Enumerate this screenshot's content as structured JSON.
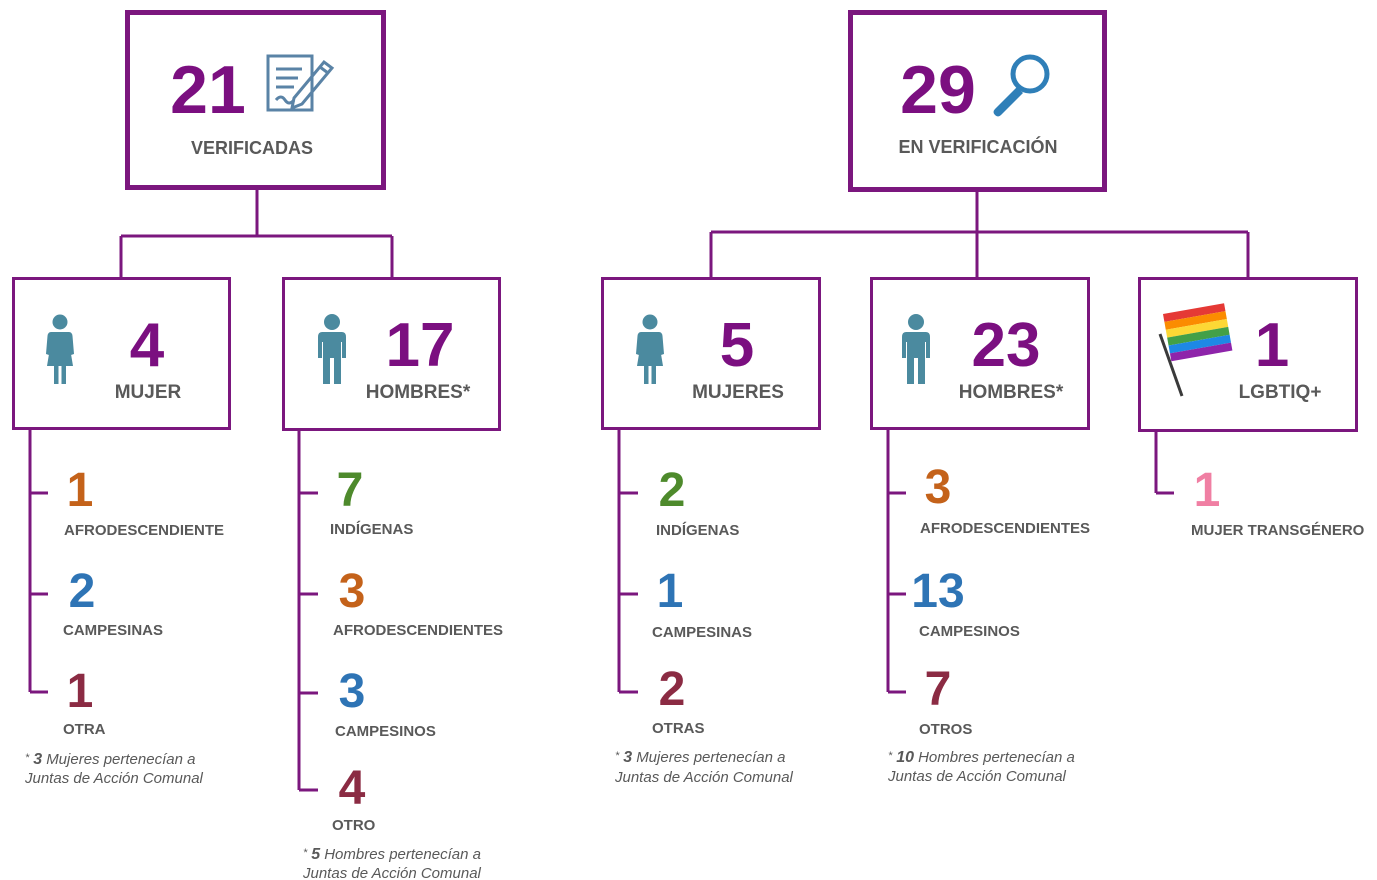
{
  "colors": {
    "box_border": "#7b177e",
    "big_number": "#7b0f80",
    "label": "#595959",
    "icon_person": "#4b8a9f",
    "icon_doc": "#5a83a6",
    "icon_magnifier": "#2f7fb8",
    "green": "#4e8a2c",
    "orange": "#c4621a",
    "blue": "#2e74b5",
    "maroon": "#8b2b43",
    "pink": "#f07fa3"
  },
  "groups": [
    {
      "value": "21",
      "label": "VERIFICADAS",
      "icon": "document-pen-icon",
      "children": [
        {
          "value": "4",
          "label": "MUJER",
          "icon": "woman-icon",
          "items": [
            {
              "value": "1",
              "label": "AFRODESCENDIENTE",
              "color": "orange"
            },
            {
              "value": "2",
              "label": "CAMPESINAS",
              "color": "blue"
            },
            {
              "value": "1",
              "label": "OTRA",
              "color": "maroon"
            }
          ],
          "footnote": {
            "star": "*",
            "count": "3",
            "line1": "Mujeres pertenecían a",
            "line2": "Juntas de Acción Comunal"
          }
        },
        {
          "value": "17",
          "label": "HOMBRES*",
          "icon": "man-icon",
          "items": [
            {
              "value": "7",
              "label": "INDÍGENAS",
              "color": "green"
            },
            {
              "value": "3",
              "label": "AFRODESCENDIENTES",
              "color": "orange"
            },
            {
              "value": "3",
              "label": "CAMPESINOS",
              "color": "blue"
            },
            {
              "value": "4",
              "label": "OTRO",
              "color": "maroon"
            }
          ],
          "footnote": {
            "star": "*",
            "count": "5",
            "line1": "Hombres pertenecían a",
            "line2": "Juntas de Acción Comunal"
          }
        }
      ]
    },
    {
      "value": "29",
      "label": "EN VERIFICACIÓN",
      "icon": "magnifier-icon",
      "children": [
        {
          "value": "5",
          "label": "MUJERES",
          "icon": "woman-icon",
          "items": [
            {
              "value": "2",
              "label": "INDÍGENAS",
              "color": "green"
            },
            {
              "value": "1",
              "label": "CAMPESINAS",
              "color": "blue"
            },
            {
              "value": "2",
              "label": "OTRAS",
              "color": "maroon"
            }
          ],
          "footnote": {
            "star": "*",
            "count": "3",
            "line1": "Mujeres pertenecían a",
            "line2": "Juntas de Acción Comunal"
          }
        },
        {
          "value": "23",
          "label": "HOMBRES*",
          "icon": "man-icon",
          "items": [
            {
              "value": "3",
              "label": "AFRODESCENDIENTES",
              "color": "orange"
            },
            {
              "value": "13",
              "label": "CAMPESINOS",
              "color": "blue"
            },
            {
              "value": "7",
              "label": "OTROS",
              "color": "maroon"
            }
          ],
          "footnote": {
            "star": "*",
            "count": "10",
            "line1": "Hombres pertenecían a",
            "line2": "Juntas de Acción Comunal"
          }
        },
        {
          "value": "1",
          "label": "LGBTIQ+",
          "icon": "rainbow-flag-icon",
          "items": [
            {
              "value": "1",
              "label": "MUJER TRANSGÉNERO",
              "color": "pink"
            }
          ]
        }
      ]
    }
  ]
}
